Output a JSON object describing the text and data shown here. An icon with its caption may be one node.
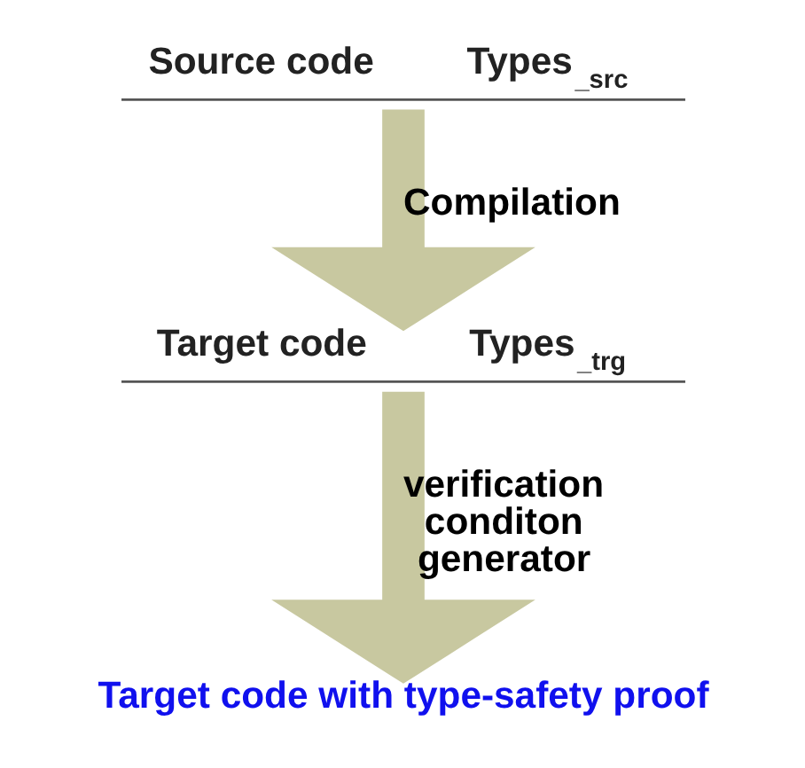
{
  "diagram": {
    "nodes": [
      {
        "text": [
          "Source code",
          "Types$_{_src}$"
        ]
      },
      {
        "text": [
          "Target code",
          "Types$_{_trg}$"
        ]
      },
      {
        "text": [
          "Target code with type-safety proof"
        ]
      }
    ],
    "edges": [
      {
        "from": 0,
        "to": 1,
        "arrow": "to",
        "label": "Compilation"
      },
      {
        "from": 1,
        "to": 2,
        "arrow": "to",
        "label": "verification conditon generator"
      }
    ]
  }
}
